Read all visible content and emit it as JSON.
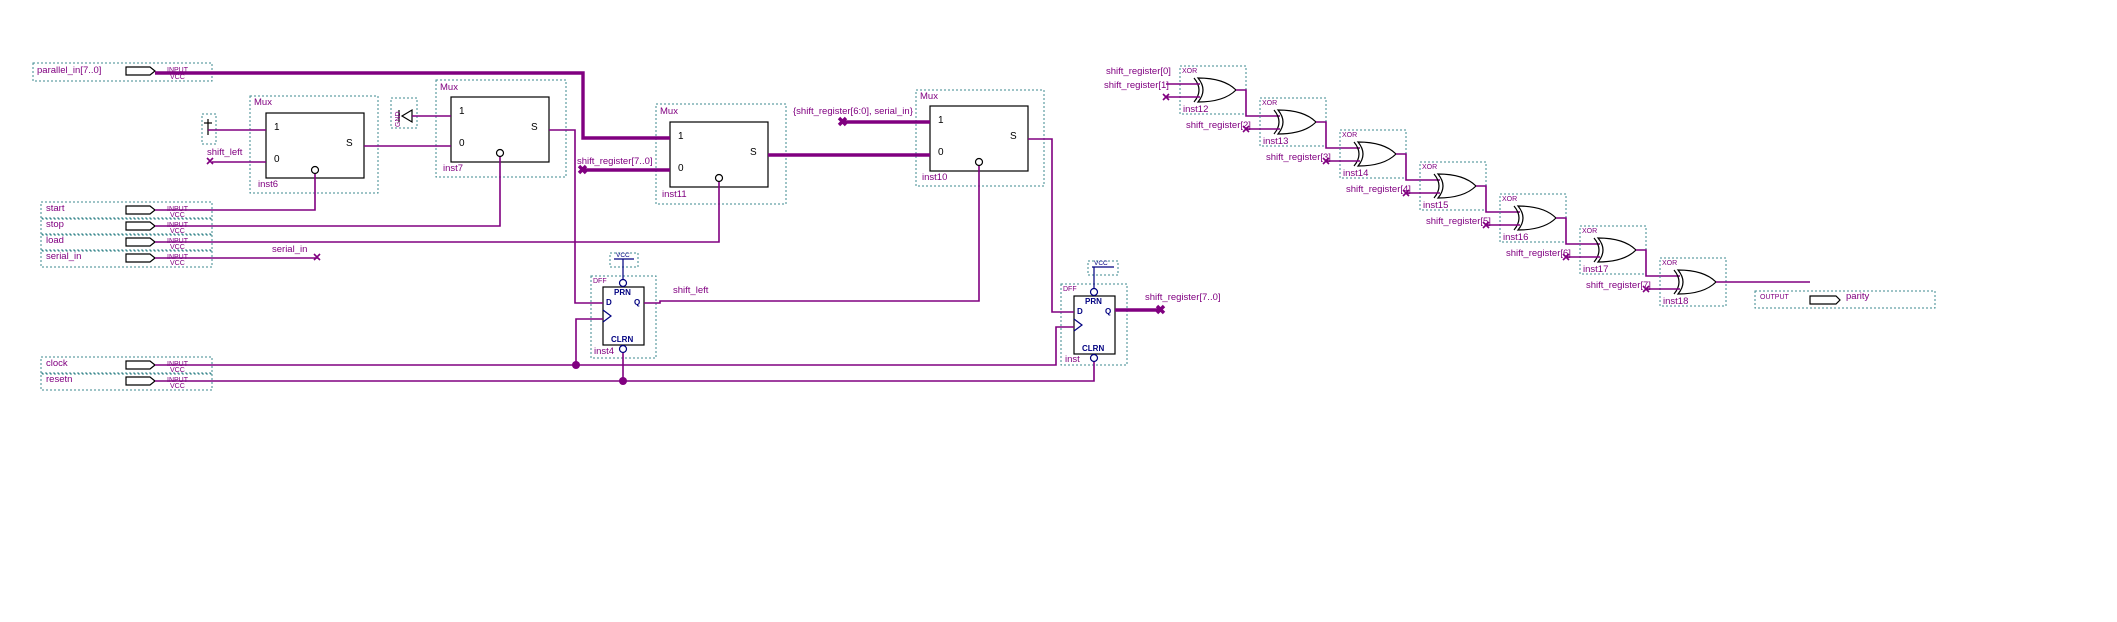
{
  "inputs": [
    {
      "name": "parallel_in[7..0]",
      "kind": "INPUT",
      "tie": "VCC"
    },
    {
      "name": "start",
      "kind": "INPUT",
      "tie": "VCC"
    },
    {
      "name": "stop",
      "kind": "INPUT",
      "tie": "VCC"
    },
    {
      "name": "load",
      "kind": "INPUT",
      "tie": "VCC"
    },
    {
      "name": "serial_in",
      "kind": "INPUT",
      "tie": "VCC"
    },
    {
      "name": "clock",
      "kind": "INPUT",
      "tie": "VCC"
    },
    {
      "name": "resetn",
      "kind": "INPUT",
      "tie": "VCC"
    }
  ],
  "output": {
    "name": "parity",
    "kind": "OUTPUT"
  },
  "muxes": [
    {
      "type": "Mux",
      "inst": "inst6",
      "in1": "1",
      "in0": "0",
      "sel": "S"
    },
    {
      "type": "Mux",
      "inst": "inst7",
      "in1": "1",
      "in0": "0",
      "sel": "S"
    },
    {
      "type": "Mux",
      "inst": "inst11",
      "in1": "1",
      "in0": "0",
      "sel": "S"
    },
    {
      "type": "Mux",
      "inst": "inst10",
      "in1": "1",
      "in0": "0",
      "sel": "S"
    }
  ],
  "dffs": [
    {
      "type": "DFF",
      "inst": "inst4",
      "d": "D",
      "q": "Q",
      "prn": "PRN",
      "clrn": "CLRN",
      "vcc": "VCC"
    },
    {
      "type": "DFF",
      "inst": "inst",
      "d": "D",
      "q": "Q",
      "prn": "PRN",
      "clrn": "CLRN",
      "vcc": "VCC"
    }
  ],
  "gnd": "GND",
  "xor_type": "XOR",
  "xors": [
    {
      "inst": "inst12",
      "in_a": "shift_register[0]",
      "in_b": "shift_register[1]"
    },
    {
      "inst": "inst13",
      "in_b": "shift_register[2]"
    },
    {
      "inst": "inst14",
      "in_b": "shift_register[3]"
    },
    {
      "inst": "inst15",
      "in_b": "shift_register[4]"
    },
    {
      "inst": "inst16",
      "in_b": "shift_register[5]"
    },
    {
      "inst": "inst17",
      "in_b": "shift_register[6]"
    },
    {
      "inst": "inst18",
      "in_b": "shift_register[7]"
    }
  ],
  "nets": {
    "shift_left_a": "shift_left",
    "shift_left_b": "shift_left",
    "serial_in": "serial_in",
    "concat": "{shift_register[6:0], serial_in}",
    "shift_register_bus": "shift_register[7..0]",
    "shift_register_out": "shift_register[7..0]"
  }
}
